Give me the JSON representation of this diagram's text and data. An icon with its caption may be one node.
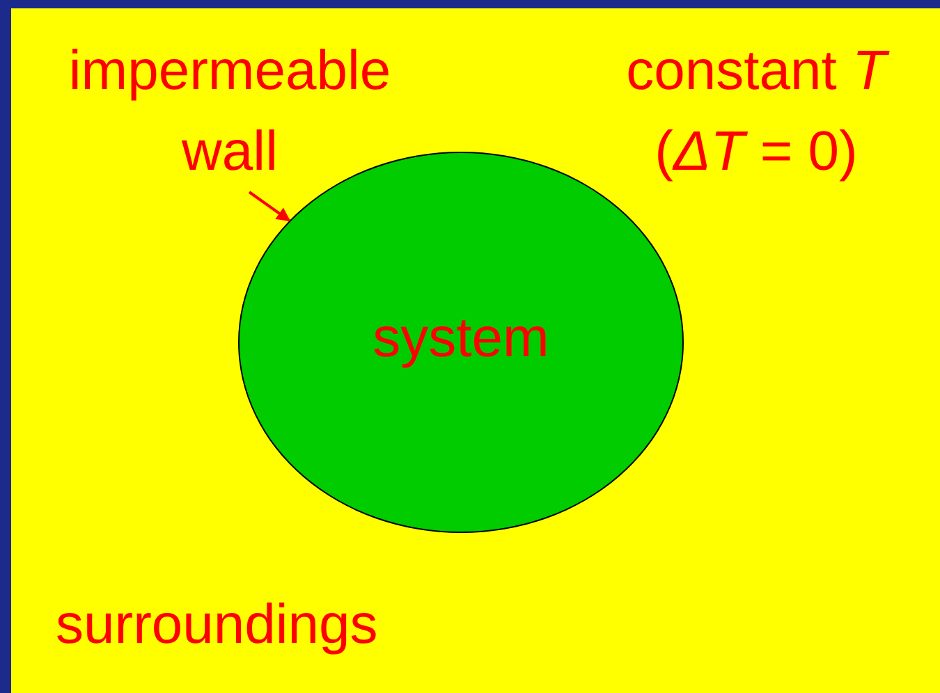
{
  "diagram": {
    "nodes": [
      {
        "text": [
          "surroundings"
        ]
      },
      {
        "text": [
          "system"
        ],
        "in": 0
      },
      {
        "text": [
          "impermeable wall"
        ],
        "in": 0
      }
    ],
    "edges": [
      {
        "from": 2,
        "to": 1,
        "arrow": "to"
      }
    ],
    "labels": [
      "constant *T* (*ΔT* = 0)"
    ]
  }
}
